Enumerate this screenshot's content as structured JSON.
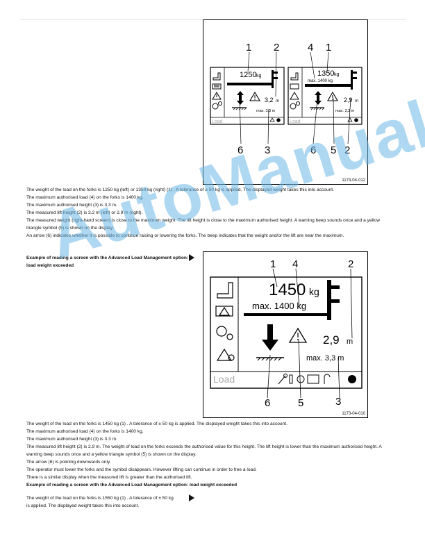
{
  "figure1": {
    "left_screen": {
      "weight_value": "1250",
      "weight_unit": "kg",
      "height_value": "3,2",
      "height_unit": "m",
      "max_height_text": "max. 3,3 m",
      "callouts": [
        "1",
        "2",
        "6",
        "3"
      ],
      "footer_label": "Load"
    },
    "right_screen": {
      "weight_value": "1350",
      "weight_unit": "kg",
      "max_load_text": "max. 1400 kg",
      "height_value": "2,9",
      "height_unit": "m",
      "max_height_text": "max. 3,3 m",
      "callouts": [
        "4",
        "1",
        "6",
        "5",
        "2"
      ],
      "footer_label": "Load"
    },
    "figure_id": "1173-04-012"
  },
  "paragraphs1": [
    "The weight of the load on the forks is 1250 kg (left) or 1350 kg (right) (1) . A tolerance of ± 50 kg is applied. The displayed weight takes this into account.",
    "The maximum authorised load (4) on the forks is 1400 kg.",
    "The maximum authorised height (3) is 3.3 m.",
    "The measured lift height (2) is 3.2 m (left) or 2.9 m (right).",
    "The measured weight (right-hand screen) is close to the maximum weight. The lift height is close to the maximum authorised height. A warning beep sounds once and a yellow triangle symbol (5) is shown on the display.",
    "An arrow (6) indicates whether it is possible to continue raising or lowering the forks. The beep indicates that the weight and/or the lift are near the maximum."
  ],
  "section_heading1": "Example of reading a screen with the Advanced Load Management option: load weight exceeded",
  "figure2": {
    "weight_value": "1450",
    "weight_unit": "kg",
    "max_load_text": "max. 1400 kg",
    "height_value": "2,9",
    "height_unit": "m",
    "max_height_text": "max. 3,3 m",
    "callouts": [
      "1",
      "4",
      "2",
      "6",
      "5",
      "3"
    ],
    "footer_label": "Load",
    "figure_id": "1173-04-010"
  },
  "paragraphs2": [
    "The weight of the load on the forks is 1450 kg (1) . A tolerance of ± 50 kg is applied. The displayed weight takes this into account.",
    "The maximum authorised load (4) on the forks is 1400 kg.",
    "The maximum authorised height (3) is 3.3 m.",
    "The measured lift height (2) is 2.9 m. The weight of load on the forks exceeds the authorised value for this height. The lift height is lower than the maximum authorised height. A warning beep sounds once and a yellow triangle symbol (5) is shown on the display.",
    "The arrow (6) is pointing downwards only.",
    "The operator must lower the forks and the symbol disappears. However lifting can continue in order to free a load.",
    "There is a similar display when the measured lift is greater than the authorised lift."
  ],
  "section_heading2": "Example of reading a screen with the Advanced Load Management option: load weight exceeded",
  "final_paragraph_line1": "The weight of the load on the forks is 1550 kg (1) . A tolerance of ± 50 kg",
  "final_paragraph_line2": "is applied. The displayed weight takes this into account.",
  "watermark": "AutoManual"
}
